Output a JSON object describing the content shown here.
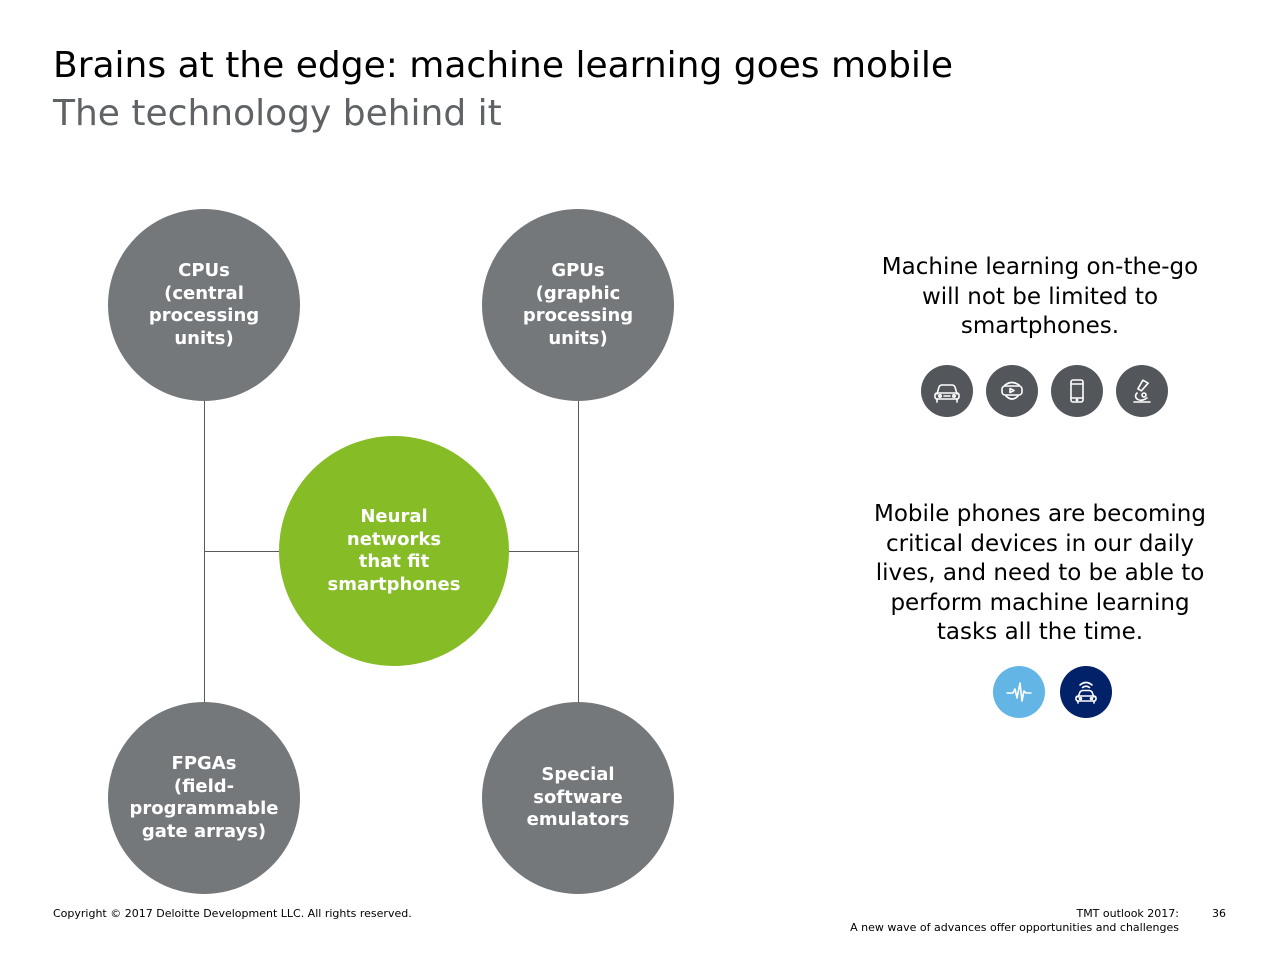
{
  "slide": {
    "title": "Brains at the edge: machine learning goes mobile",
    "subtitle": "The technology behind it"
  },
  "diagram": {
    "center": "Neural\nnetworks\nthat fit\nsmartphones",
    "top_left": "CPUs\n(central\nprocessing\nunits)",
    "top_right": "GPUs\n(graphic\nprocessing\nunits)",
    "bottom_left": "FPGAs\n(field-\nprogrammable\ngate arrays)",
    "bottom_right": "Special\nsoftware\nemulators",
    "colors": {
      "grey": "#75787b",
      "green": "#86bc25",
      "line": "#555a5e"
    }
  },
  "panel": {
    "statement_1": "Machine learning on-the-go will not be limited to smartphones.",
    "icons_1": [
      {
        "name": "car-icon",
        "color": "#53565a"
      },
      {
        "name": "vr-headset-icon",
        "color": "#53565a"
      },
      {
        "name": "smartphone-icon",
        "color": "#53565a"
      },
      {
        "name": "microscope-icon",
        "color": "#53565a"
      }
    ],
    "statement_2": "Mobile phones are becoming critical devices in our daily lives, and need to be able to perform machine learning tasks all the time.",
    "icons_2": [
      {
        "name": "heartbeat-icon",
        "color": "#62b5e5"
      },
      {
        "name": "connected-car-icon",
        "color": "#012169"
      }
    ]
  },
  "footer": {
    "copyright": "Copyright © 2017 Deloitte Development LLC. All rights reserved.",
    "report_line1": "TMT outlook 2017:",
    "report_line2": "A new wave of advances offer opportunities and challenges",
    "page_number": "36"
  }
}
